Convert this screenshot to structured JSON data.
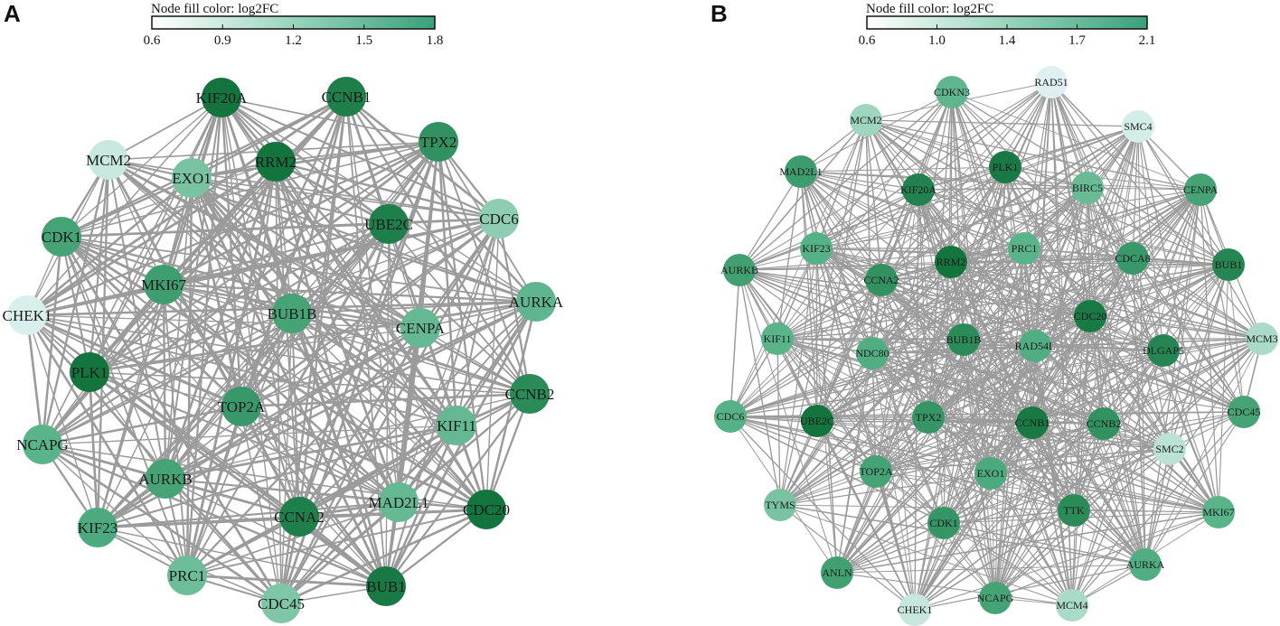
{
  "panels": [
    {
      "letter": "A",
      "legend": {
        "title": "Node fill color: log2FC",
        "ticks": [
          "0.6",
          "0.9",
          "1.2",
          "1.5",
          "1.8"
        ],
        "colors": {
          "low": "#ffffff",
          "mid": "#8fd0b6",
          "high": "#3aa17a"
        }
      },
      "nodes": [
        {
          "id": "KIF20A",
          "shade": 0.98
        },
        {
          "id": "CCNB1",
          "shade": 0.92
        },
        {
          "id": "TPX2",
          "shade": 0.82
        },
        {
          "id": "CDC6",
          "shade": 0.42
        },
        {
          "id": "AURKA",
          "shade": 0.6
        },
        {
          "id": "CCNB2",
          "shade": 0.86
        },
        {
          "id": "CDC20",
          "shade": 0.98
        },
        {
          "id": "BUB1",
          "shade": 0.95
        },
        {
          "id": "CDC45",
          "shade": 0.48
        },
        {
          "id": "PRC1",
          "shade": 0.55
        },
        {
          "id": "KIF23",
          "shade": 0.68
        },
        {
          "id": "NCAPG",
          "shade": 0.62
        },
        {
          "id": "PLK1",
          "shade": 0.98
        },
        {
          "id": "CHEK1",
          "shade": 0.08
        },
        {
          "id": "CDK1",
          "shade": 0.72
        },
        {
          "id": "MCM2",
          "shade": 0.15
        },
        {
          "id": "EXO1",
          "shade": 0.5
        },
        {
          "id": "RRM2",
          "shade": 0.98
        },
        {
          "id": "UBE2C",
          "shade": 0.92
        },
        {
          "id": "MKI67",
          "shade": 0.75
        },
        {
          "id": "BUB1B",
          "shade": 0.72
        },
        {
          "id": "CENPA",
          "shade": 0.58
        },
        {
          "id": "TOP2A",
          "shade": 0.78
        },
        {
          "id": "KIF11",
          "shade": 0.58
        },
        {
          "id": "AURKB",
          "shade": 0.72
        },
        {
          "id": "CCNA2",
          "shade": 0.92
        },
        {
          "id": "MAD2L1",
          "shade": 0.58
        }
      ]
    },
    {
      "letter": "B",
      "legend": {
        "title": "Node fill color: log2FC",
        "ticks": [
          "0.6",
          "1.0",
          "1.4",
          "1.7",
          "2.1"
        ],
        "colors": {
          "low": "#ffffff",
          "mid": "#8fd0b6",
          "high": "#3aa17a"
        }
      },
      "nodes": [
        {
          "id": "RAD51",
          "shade": 0.05
        },
        {
          "id": "SMC4",
          "shade": 0.1
        },
        {
          "id": "CENPA",
          "shade": 0.72
        },
        {
          "id": "BUB1",
          "shade": 0.88
        },
        {
          "id": "MCM3",
          "shade": 0.3
        },
        {
          "id": "CDC45",
          "shade": 0.72
        },
        {
          "id": "SMC2",
          "shade": 0.22
        },
        {
          "id": "MKI67",
          "shade": 0.62
        },
        {
          "id": "AURKA",
          "shade": 0.66
        },
        {
          "id": "MCM4",
          "shade": 0.3
        },
        {
          "id": "NCAPG",
          "shade": 0.72
        },
        {
          "id": "CHEK1",
          "shade": 0.16
        },
        {
          "id": "ANLN",
          "shade": 0.74
        },
        {
          "id": "TYMS",
          "shade": 0.5
        },
        {
          "id": "CDC6",
          "shade": 0.64
        },
        {
          "id": "AURKB",
          "shade": 0.74
        },
        {
          "id": "MAD2L1",
          "shade": 0.76
        },
        {
          "id": "MCM2",
          "shade": 0.36
        },
        {
          "id": "CDKN3",
          "shade": 0.6
        },
        {
          "id": "PLK1",
          "shade": 0.95
        },
        {
          "id": "KIF20A",
          "shade": 0.9
        },
        {
          "id": "BIRC5",
          "shade": 0.56
        },
        {
          "id": "KIF23",
          "shade": 0.64
        },
        {
          "id": "CCNA2",
          "shade": 0.82
        },
        {
          "id": "RRM2",
          "shade": 0.98
        },
        {
          "id": "PRC1",
          "shade": 0.62
        },
        {
          "id": "CDCA8",
          "shade": 0.78
        },
        {
          "id": "CDC20",
          "shade": 0.95
        },
        {
          "id": "KIF11",
          "shade": 0.62
        },
        {
          "id": "NDC80",
          "shade": 0.66
        },
        {
          "id": "BUB1B",
          "shade": 0.86
        },
        {
          "id": "RAD54L",
          "shade": 0.66
        },
        {
          "id": "DLGAP5",
          "shade": 0.88
        },
        {
          "id": "UBE2C",
          "shade": 0.98
        },
        {
          "id": "TPX2",
          "shade": 0.8
        },
        {
          "id": "CCNB1",
          "shade": 0.95
        },
        {
          "id": "CCNB2",
          "shade": 0.82
        },
        {
          "id": "TOP2A",
          "shade": 0.72
        },
        {
          "id": "EXO1",
          "shade": 0.68
        },
        {
          "id": "TTK",
          "shade": 0.86
        },
        {
          "id": "CDK1",
          "shade": 0.8
        }
      ]
    }
  ]
}
